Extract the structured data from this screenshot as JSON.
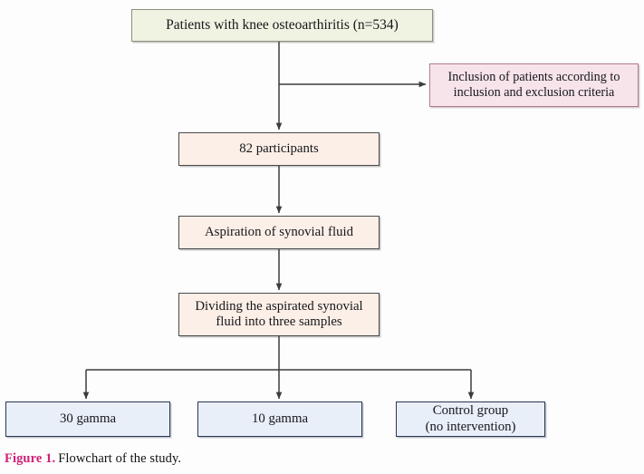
{
  "figure": {
    "caption_label": "Figure 1.",
    "caption_text": "Flowchart of the study.",
    "caption_label_color": "#CF2178"
  },
  "colors": {
    "page_background": "#FDFDFD",
    "source_fill": "#F1F3E2",
    "source_border": "#8D8F7E",
    "criteria_fill": "#F7E4EB",
    "criteria_border": "#B07A8D",
    "process_fill": "#FCEFE7",
    "process_border": "#4A4A4A",
    "group_fill": "#E9EFF9",
    "group_border": "#2A3550",
    "connector": "#3C3C3C"
  },
  "flowchart": {
    "type": "flowchart",
    "orientation": "top-to-bottom",
    "nodes": [
      {
        "id": "source",
        "label": "Patients with knee osteoarthiritis (n=534)",
        "style": "source"
      },
      {
        "id": "criteria",
        "label": "Inclusion of patients according to\ninclusion and exclusion criteria",
        "style": "criteria"
      },
      {
        "id": "enrolled",
        "label": "82 participants",
        "style": "process"
      },
      {
        "id": "aspiration",
        "label": "Aspiration of synovial fluid",
        "style": "process"
      },
      {
        "id": "dividing",
        "label": "Dividing the aspirated synovial\nfluid into three samples",
        "style": "process"
      },
      {
        "id": "arm-1",
        "label": "30 gamma",
        "style": "group"
      },
      {
        "id": "arm-2",
        "label": "10 gamma",
        "style": "group"
      },
      {
        "id": "arm-3",
        "label": "Control group\n(no intervention)",
        "style": "group"
      }
    ],
    "edges": [
      {
        "from": "source",
        "to": "criteria",
        "kind": "side-branch"
      },
      {
        "from": "source",
        "to": "enrolled",
        "kind": "straight"
      },
      {
        "from": "enrolled",
        "to": "aspiration",
        "kind": "straight"
      },
      {
        "from": "aspiration",
        "to": "dividing",
        "kind": "straight"
      },
      {
        "from": "dividing",
        "to": "arm-1",
        "kind": "split"
      },
      {
        "from": "dividing",
        "to": "arm-2",
        "kind": "split"
      },
      {
        "from": "dividing",
        "to": "arm-3",
        "kind": "split"
      }
    ]
  }
}
